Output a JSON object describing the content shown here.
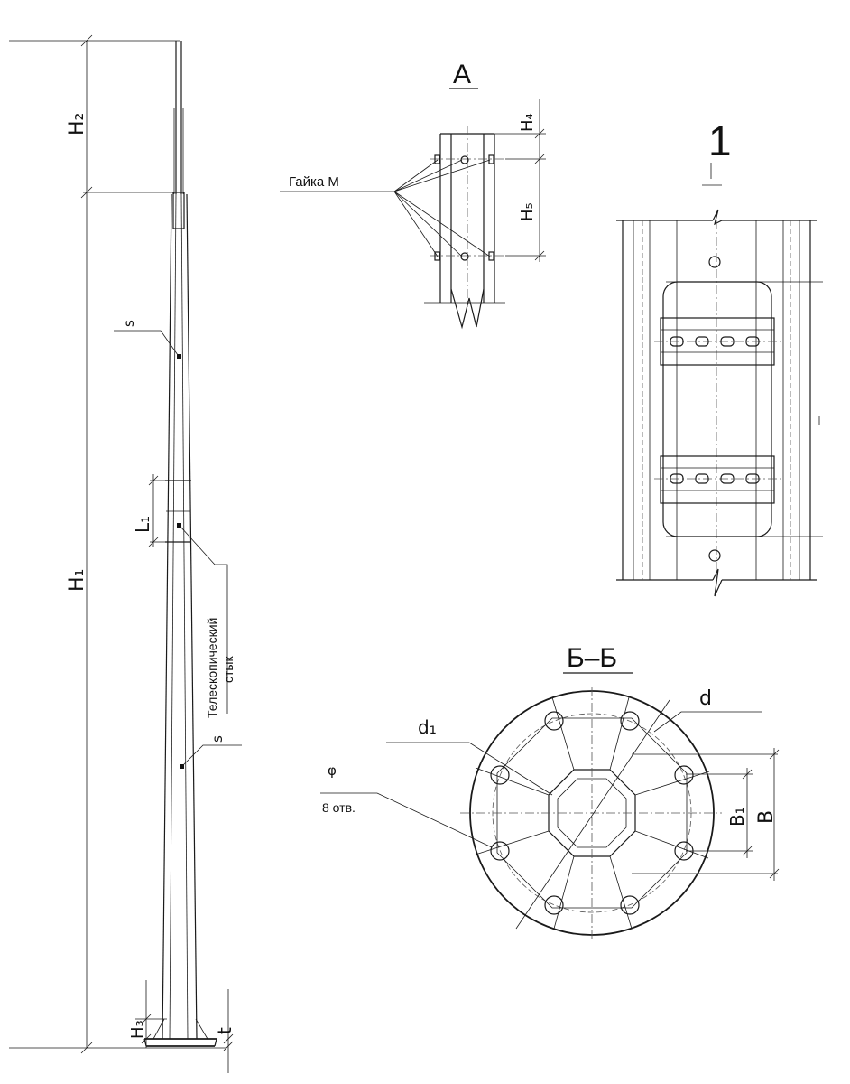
{
  "dimensions": {
    "h1": "H₁",
    "h2": "H₂",
    "h3": "H₃",
    "h4": "H₄",
    "h5": "H₅",
    "l1": "L₁",
    "t": "t",
    "b": "B",
    "b1": "B₁",
    "d": "d",
    "d1": "d₁",
    "s_upper": "s",
    "s_lower": "s"
  },
  "labels": {
    "view_a": "A",
    "view_1": "1",
    "section_bb": "Б–Б",
    "nut": "Гайка М",
    "joint_line1": "Телескопический",
    "joint_line2": "стык",
    "hole_phi": "φ",
    "hole_count": "8 отв."
  }
}
